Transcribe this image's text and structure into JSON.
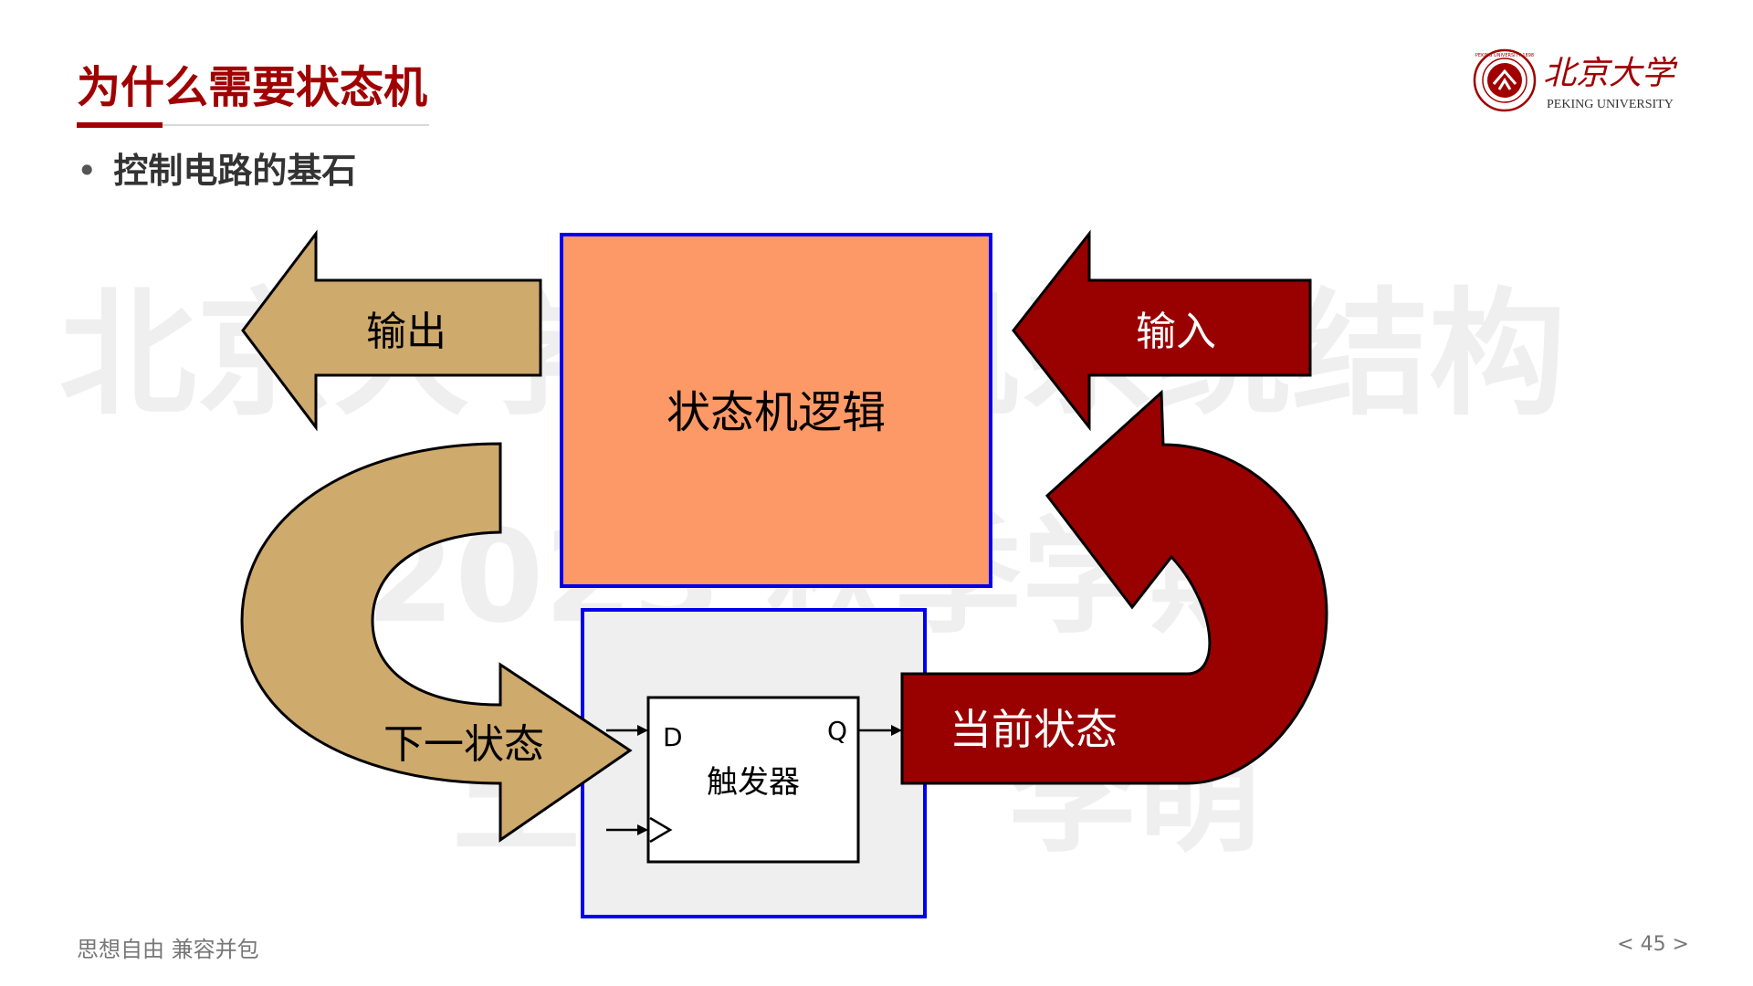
{
  "slide": {
    "title": "为什么需要状态机",
    "bullet": "控制电路的基石",
    "bullet_marker": "•"
  },
  "logo": {
    "name": "北京大学",
    "english": "PEKING UNIVERSITY",
    "seal_text": "PEKING UNIVERSITY 1898"
  },
  "watermark": {
    "line1": "北京大学计算机系统结构",
    "line2": "2023 秋季学期",
    "line3": "王 讲师、李萌"
  },
  "diagram": {
    "output_label": "输出",
    "input_label": "输入",
    "logic_label": "状态机逻辑",
    "next_state_label": "下一状态",
    "current_state_label": "当前状态",
    "flipflop_label": "触发器",
    "d_label": "D",
    "q_label": "Q"
  },
  "footer": {
    "motto": "思想自由 兼容并包",
    "page": "< 45 >"
  },
  "colors": {
    "accent": "#a00000",
    "tan": "#cfaa6d",
    "dark_red": "#990000",
    "logic_fill": "#fc9966",
    "blue_border": "#0000ee",
    "register_bg": "#efefef"
  }
}
